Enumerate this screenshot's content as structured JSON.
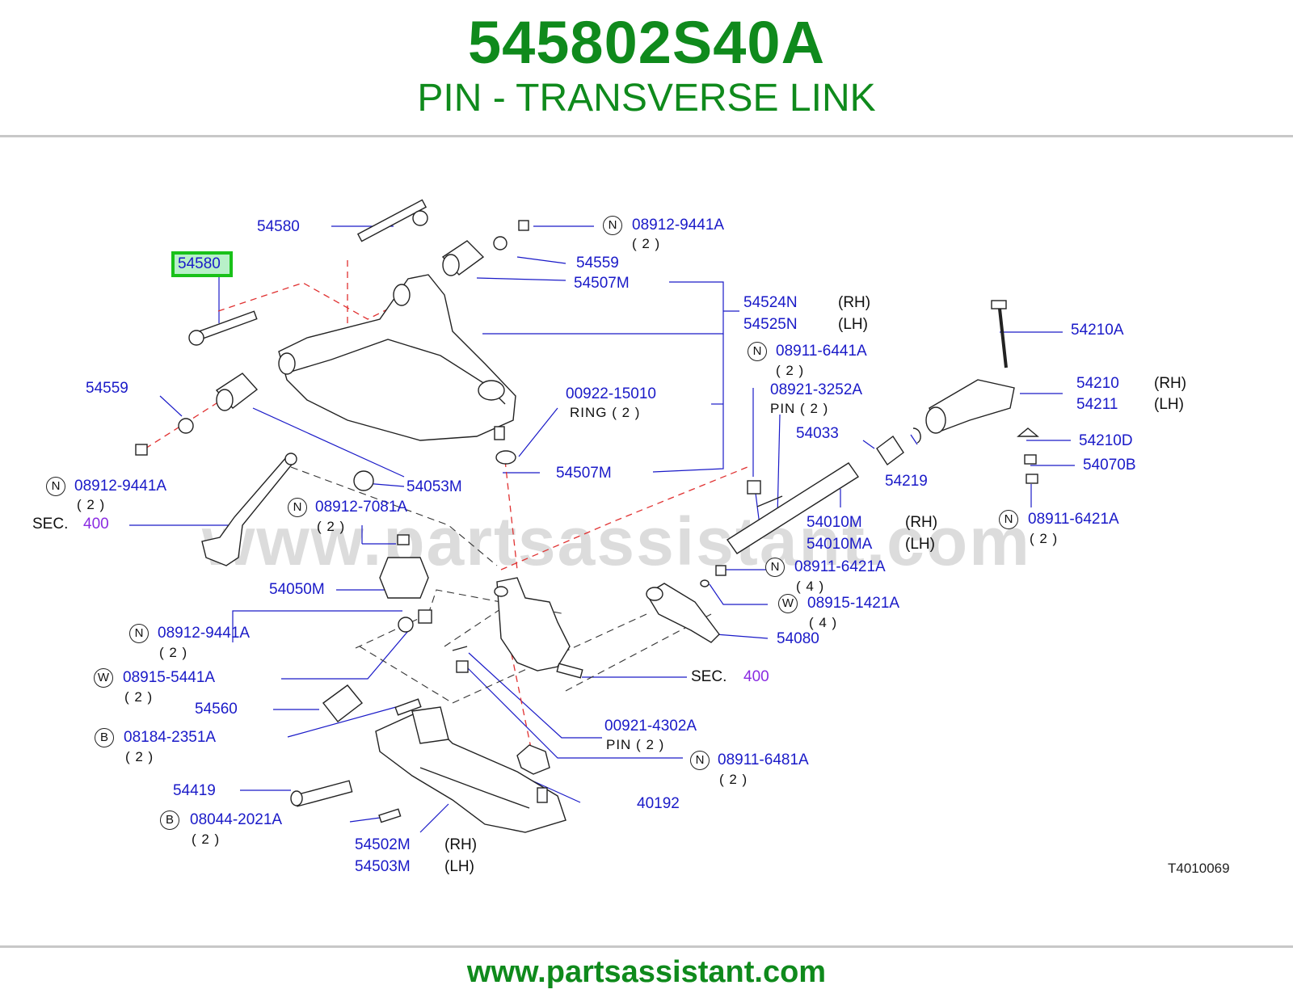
{
  "header": {
    "part_number": "545802S40A",
    "description": "PIN - TRANSVERSE LINK"
  },
  "footer": {
    "url": "www.partsassistant.com"
  },
  "watermark": "www.partsassistant.com",
  "drawing_code": "T4010069",
  "colors": {
    "brand_green": "#0f8a1c",
    "callout_blue": "#1a1ac8",
    "highlight_green": "#19c119",
    "section_purple": "#8a2be2"
  },
  "highlighted_part": "54580",
  "labels": {
    "p54580_top": "54580",
    "p54580_hl": "54580",
    "n_089129441a_1": "08912-9441A",
    "q2_1": "( 2 )",
    "p54559_top": "54559",
    "p54507m_top": "54507M",
    "p54524n": "54524N",
    "rh_1": "(RH)",
    "p54525n": "54525N",
    "lh_1": "(LH)",
    "p54559_left": "54559",
    "n_089116441a": "08911-6441A",
    "q2_2": "( 2 )",
    "p0892132520a": "08921-3252A",
    "pin_1": "PIN    ( 2 )",
    "p0092215010": "00922-15010",
    "ring_1": "RING    ( 2 )",
    "p54033": "54033",
    "p54210a": "54210A",
    "p54210": "54210",
    "rh_2": "(RH)",
    "p54211": "54211",
    "lh_2": "(LH)",
    "p54210d": "54210D",
    "p54219": "54219",
    "p54070b": "54070B",
    "n_089129441a_2": "08912-9441A",
    "q2_3": "( 2 )",
    "sec_1": "SEC.",
    "sec400_1": "400",
    "p54053m": "54053M",
    "p54507m_mid": "54507M",
    "n_089127081a": "08912-7081A",
    "q2_4": "( 2 )",
    "p54010m": "54010M",
    "rh_3": "(RH)",
    "p54010ma": "54010MA",
    "lh_3": "(LH)",
    "n_089116421a_r": "08911-6421A",
    "q2_5": "( 2 )",
    "p54050m": "54050M",
    "n_089116421a_m": "08911-6421A",
    "q4_1": "( 4 )",
    "w_089151421a": "08915-1421A",
    "q4_2": "( 4 )",
    "p54080": "54080",
    "n_089129441a_3": "08912-9441A",
    "q2_6": "( 2 )",
    "w_089155441a": "08915-5441A",
    "q2_7": "( 2 )",
    "sec_2": "SEC.",
    "sec400_2": "400",
    "p54560": "54560",
    "b_081842351a": "08184-2351A",
    "q2_8": "( 2 )",
    "p0092143020a": "00921-4302A",
    "pin_2": "PIN    ( 2 )",
    "n_089116481a": "08911-6481A",
    "q2_9": "( 2 )",
    "p54419": "54419",
    "p40192": "40192",
    "b_080442021a": "08044-2021A",
    "q2_10": "( 2 )",
    "p54502m": "54502M",
    "rh_4": "(RH)",
    "p54503m": "54503M",
    "lh_4": "(LH)"
  },
  "badges": {
    "n": "N",
    "w": "W",
    "b": "B"
  }
}
